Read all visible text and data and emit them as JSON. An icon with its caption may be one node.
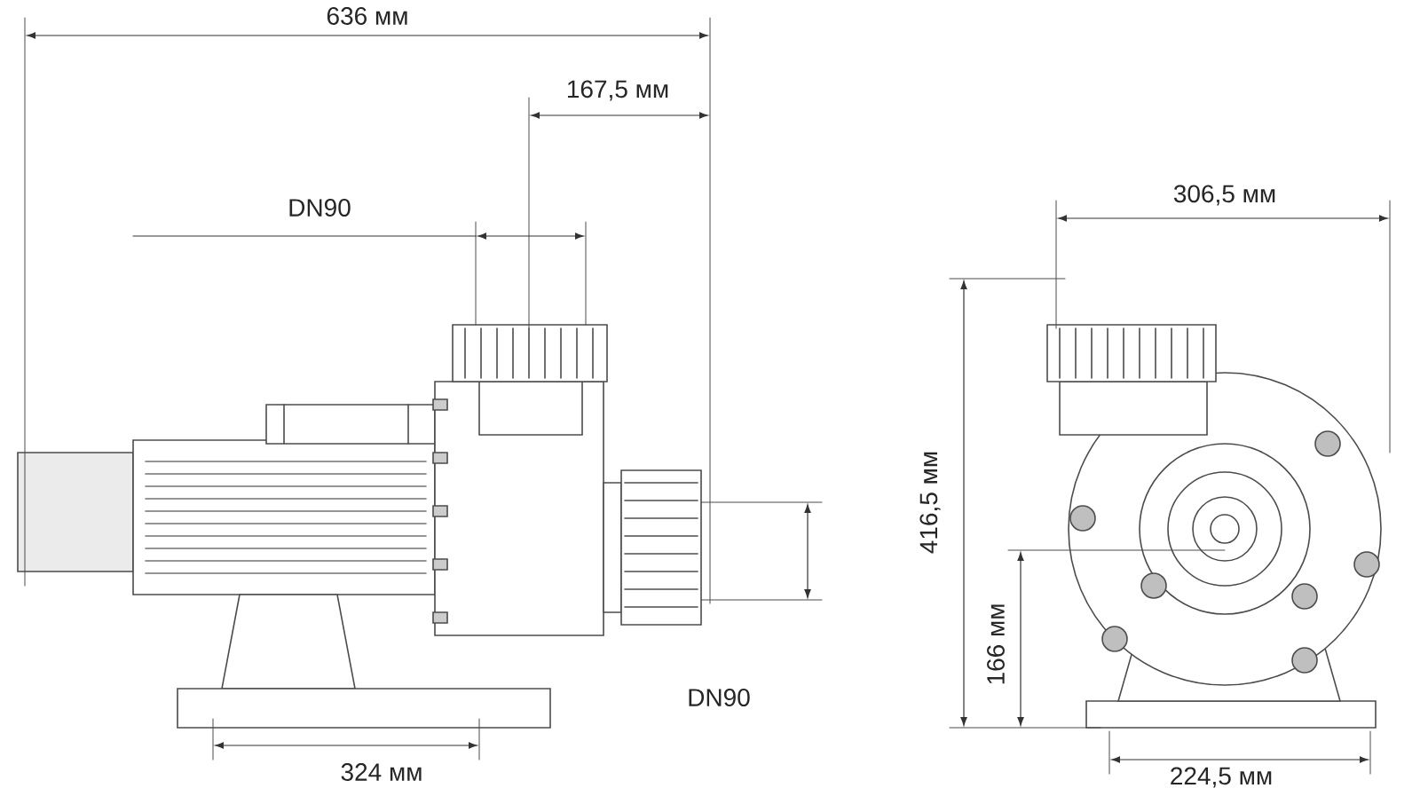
{
  "diagram": {
    "labels": [
      "636 мм",
      "167,5 мм",
      "DN90",
      "306,5 мм",
      "416,5 мм",
      "166 мм",
      "DN90",
      "324 мм",
      "224,5 мм"
    ]
  }
}
